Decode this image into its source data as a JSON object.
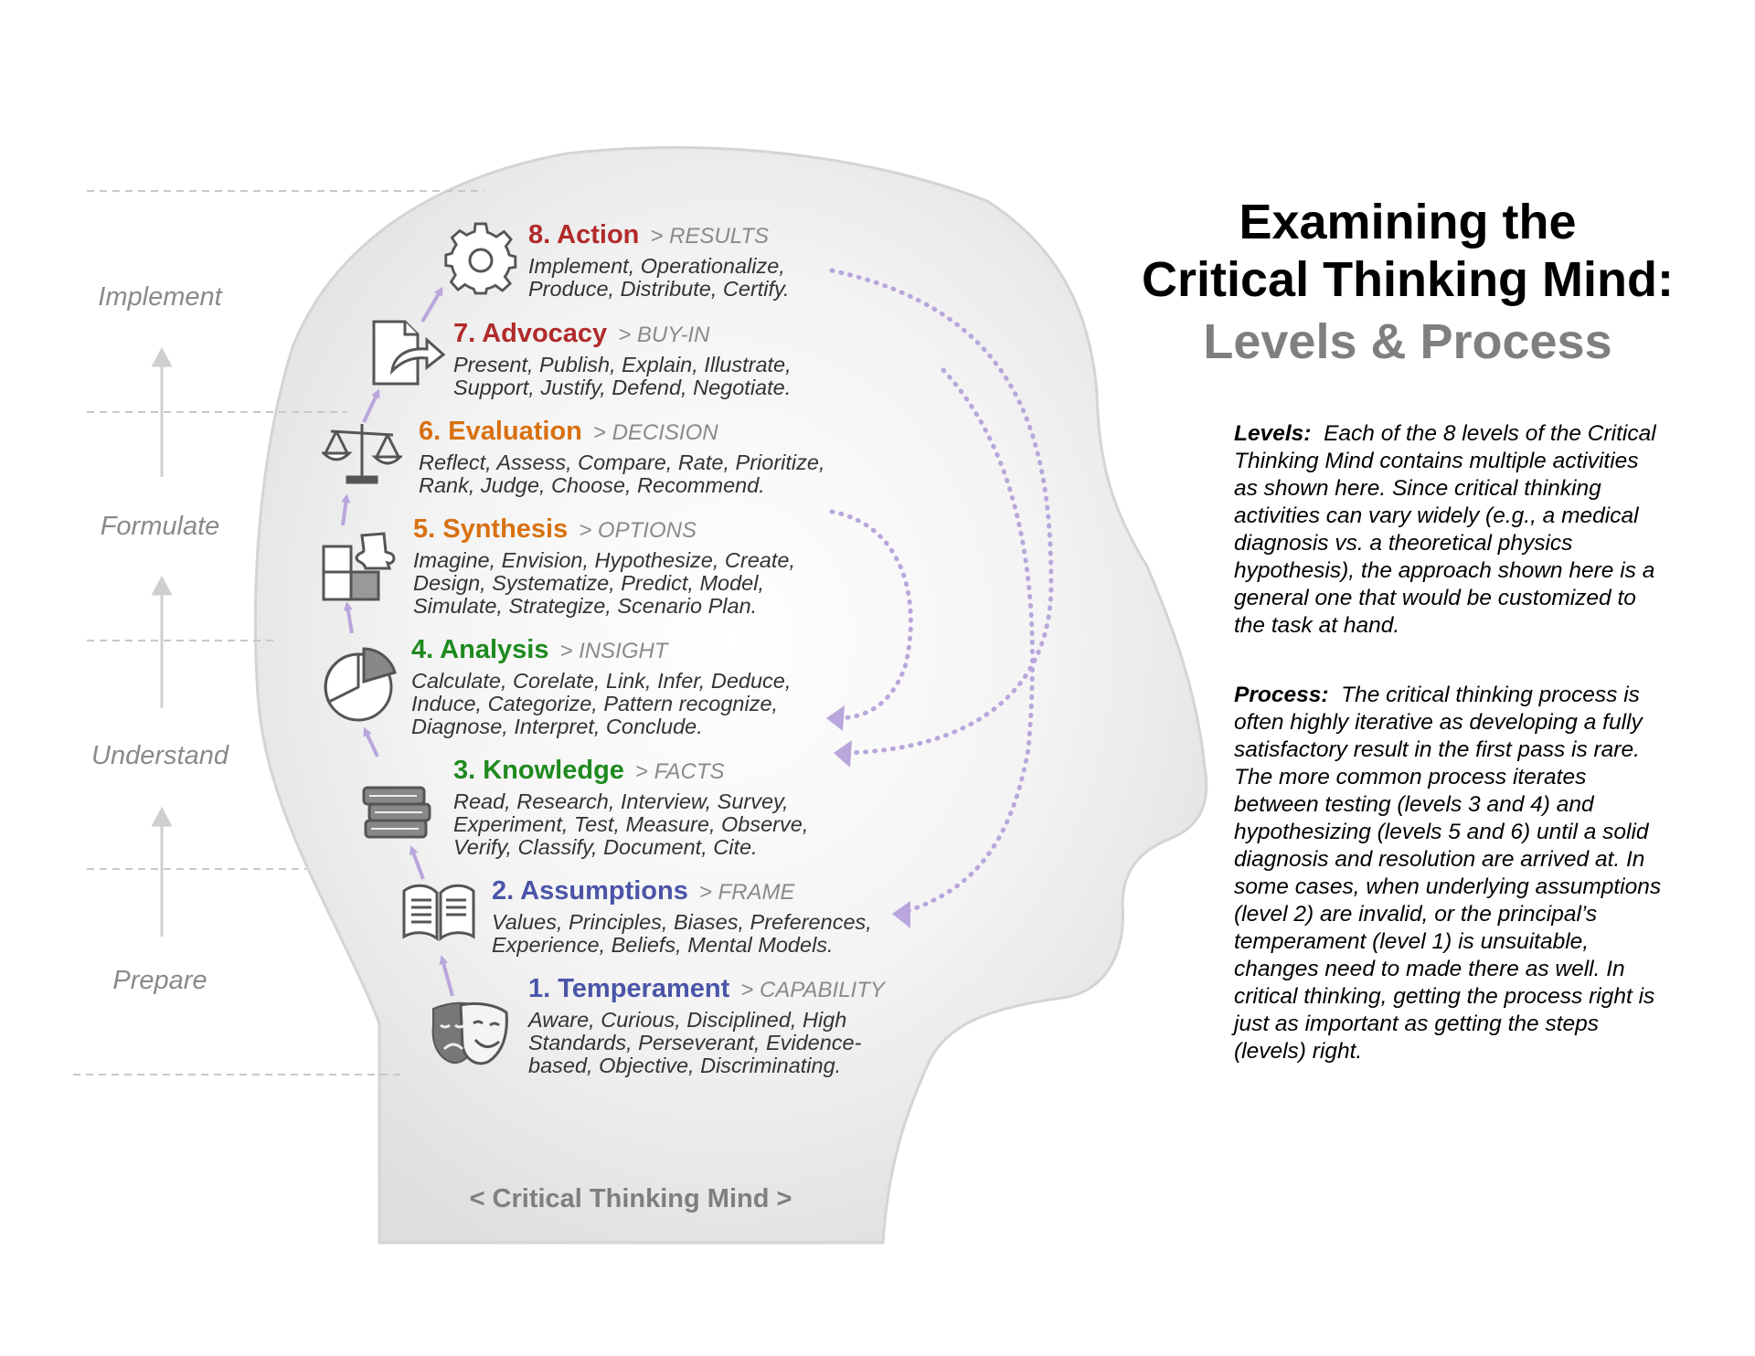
{
  "title": {
    "line1": "Examining the",
    "line2": "Critical Thinking Mind:",
    "subtitle": "Levels & Process"
  },
  "phases": {
    "implement": "Implement",
    "formulate": "Formulate",
    "understand": "Understand",
    "prepare": "Prepare"
  },
  "levels": [
    {
      "title": "1. Temperament",
      "tag": "> CAPABILITY",
      "activities": "Aware, Curious, Disciplined, High\nStandards, Perseverant, Evidence-\nbased, Objective, Discriminating.",
      "icon": "theater-masks-icon",
      "color": "#4a55a8"
    },
    {
      "title": "2. Assumptions",
      "tag": "> FRAME",
      "activities": "Values, Principles, Biases, Preferences,\nExperience, Beliefs, Mental Models.",
      "icon": "open-book-icon",
      "color": "#4a55a8"
    },
    {
      "title": "3. Knowledge",
      "tag": "> FACTS",
      "activities": "Read, Research, Interview, Survey,\nExperiment, Test, Measure, Observe,\nVerify, Classify, Document, Cite.",
      "icon": "book-stack-icon",
      "color": "#1f8a1f"
    },
    {
      "title": "4. Analysis",
      "tag": "> INSIGHT",
      "activities": "Calculate, Corelate, Link, Infer, Deduce,\nInduce, Categorize, Pattern recognize,\nDiagnose, Interpret, Conclude.",
      "icon": "pie-chart-icon",
      "color": "#1f8a1f"
    },
    {
      "title": "5. Synthesis",
      "tag": "> OPTIONS",
      "activities": "Imagine, Envision, Hypothesize, Create,\nDesign, Systematize, Predict, Model,\nSimulate, Strategize, Scenario Plan.",
      "icon": "puzzle-icon",
      "color": "#d9700f"
    },
    {
      "title": "6. Evaluation",
      "tag": "> DECISION",
      "activities": "Reflect, Assess, Compare, Rate, Prioritize,\nRank, Judge, Choose, Recommend.",
      "icon": "balance-scale-icon",
      "color": "#d9700f"
    },
    {
      "title": "7. Advocacy",
      "tag": "> BUY-IN",
      "activities": "Present, Publish, Explain, Illustrate,\nSupport, Justify, Defend, Negotiate.",
      "icon": "document-share-icon",
      "color": "#b12a2a"
    },
    {
      "title": "8. Action",
      "tag": "> RESULTS",
      "activities": "Implement, Operationalize,\nProduce, Distribute, Certify.",
      "icon": "gear-icon",
      "color": "#b12a2a"
    }
  ],
  "description": {
    "levels_label": "Levels:",
    "levels_text": "Each of the 8 levels of the Critical Thinking Mind contains multiple activities as shown here. Since critical thinking activities can vary widely (e.g., a medical diagnosis vs. a theoretical physics hypothesis), the approach shown here is a general one that would be customized to the task at hand.",
    "process_label": "Process:",
    "process_text": "The critical thinking process is often highly iterative as developing a fully satisfactory result in the first pass is rare. The more common process iterates between testing (levels 3 and 4) and hypothesizing (levels 5 and 6) until a solid diagnosis and resolution are arrived at. In some cases, when underlying assumptions (level 2) are invalid, or the principal’s temperament (level 1) is unsuitable, changes need to made there as well. In critical thinking, getting the process right is just as important as getting the steps (levels) right."
  },
  "caption": "< Critical Thinking Mind >",
  "colors": {
    "arrow": "#b9a6dc",
    "head_fill": "#e9e9e9",
    "head_outline": "#d4d4d4",
    "icon_stroke": "#555555",
    "muted_text": "#8a8a8a"
  }
}
